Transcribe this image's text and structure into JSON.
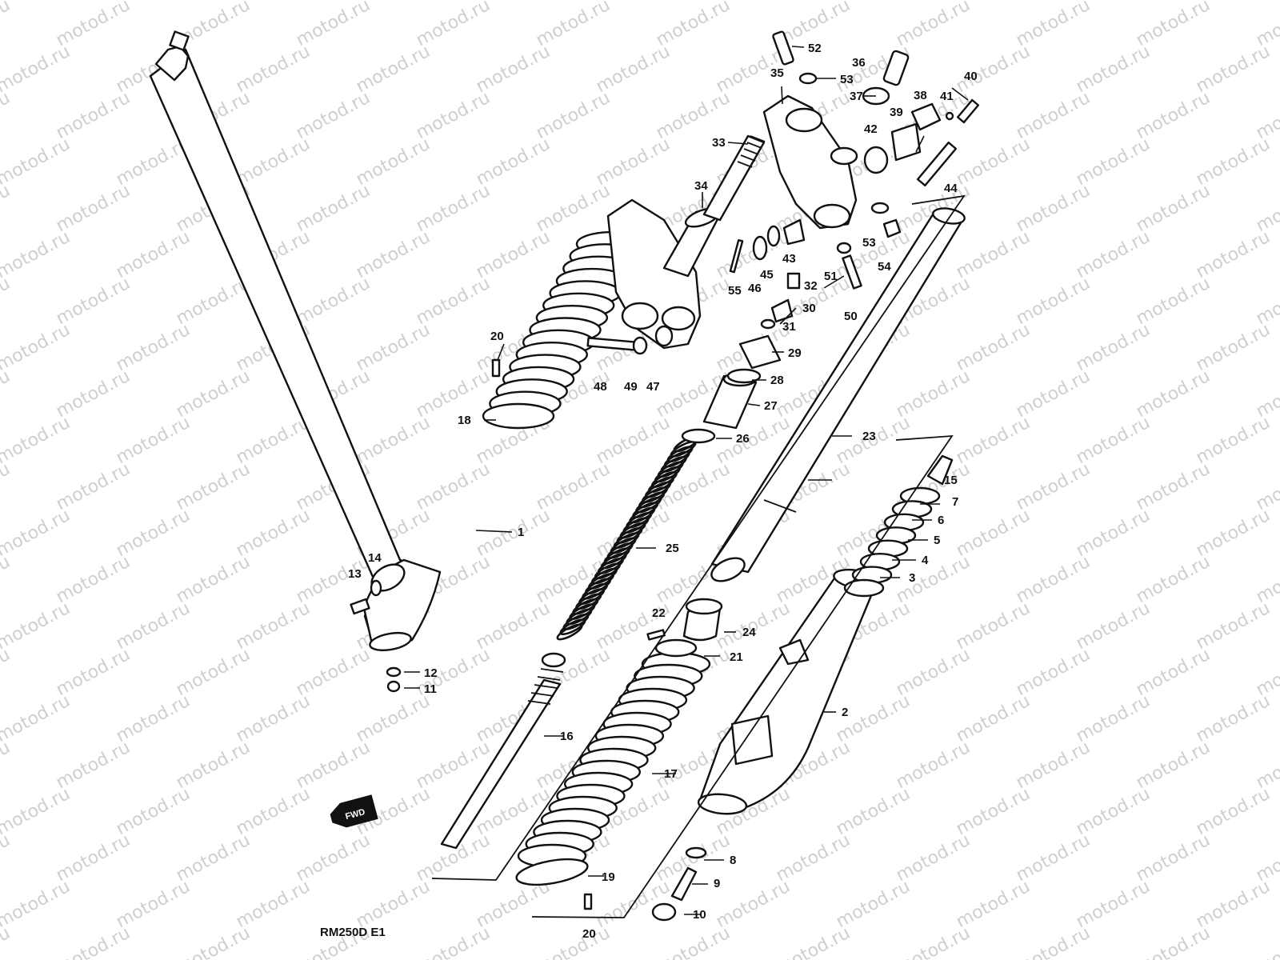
{
  "watermark": "motod.ru",
  "diagram_code": "RM250D E1",
  "fwd_label": "FWD",
  "callouts": [
    "1",
    "2",
    "3",
    "4",
    "5",
    "6",
    "7",
    "8",
    "9",
    "10",
    "11",
    "12",
    "13",
    "14",
    "15",
    "16",
    "17",
    "18",
    "19",
    "20",
    "21",
    "22",
    "23",
    "24",
    "25",
    "26",
    "27",
    "28",
    "29",
    "30",
    "31",
    "32",
    "33",
    "34",
    "35",
    "36",
    "37",
    "38",
    "39",
    "40",
    "41",
    "42",
    "43",
    "44",
    "45",
    "46",
    "47",
    "48",
    "49",
    "50",
    "51",
    "52",
    "53",
    "54",
    "55"
  ]
}
